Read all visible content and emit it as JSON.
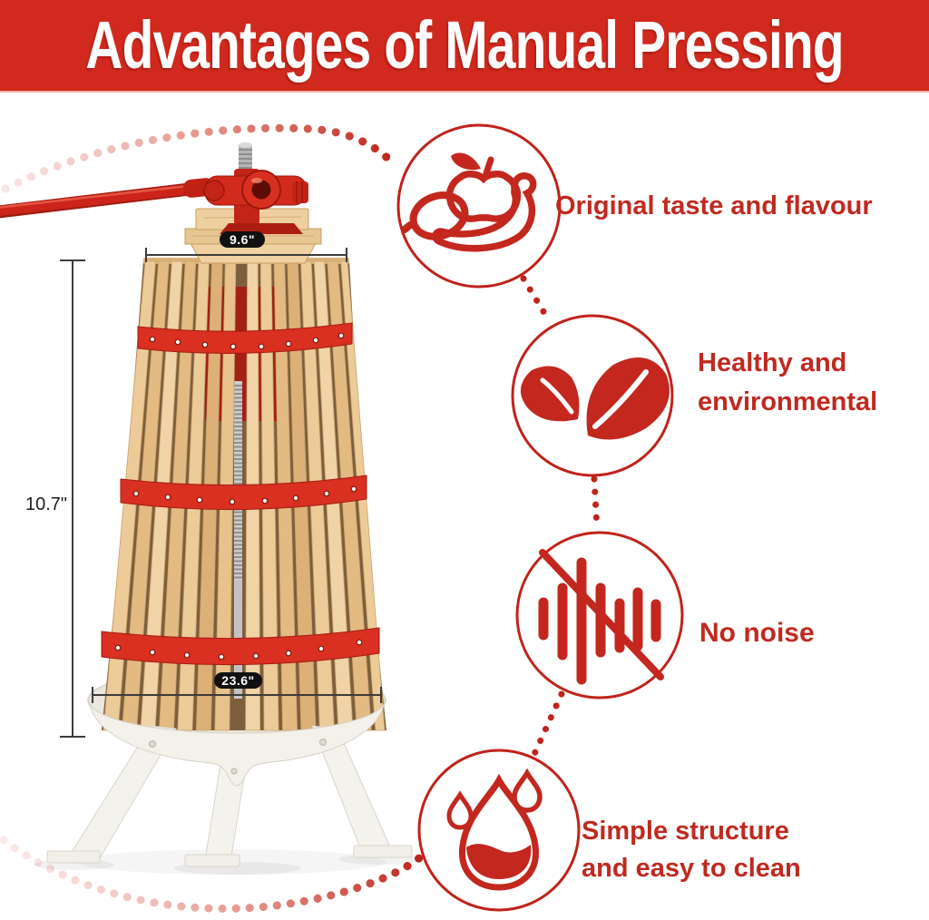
{
  "banner": {
    "title": "Advantages of Manual Pressing"
  },
  "features": [
    {
      "icon": "fruits-icon",
      "lines": [
        "Original taste and flavour"
      ]
    },
    {
      "icon": "leaves-icon",
      "lines": [
        "Healthy and",
        "environmental"
      ]
    },
    {
      "icon": "no-noise-icon",
      "lines": [
        "No noise"
      ]
    },
    {
      "icon": "water-drop-icon",
      "lines": [
        "Simple structure",
        "and easy to clean"
      ]
    }
  ],
  "dimensions": {
    "top_width": "9.6\"",
    "height": "10.7\"",
    "base_diameter": "23.6\""
  },
  "colors": {
    "banner_bg": "#d2291e",
    "accent_red": "#c0231b",
    "text_red": "#bf2a20",
    "band_red": "#d93021",
    "wood_light": "#eccb98",
    "pill_bg": "#111111",
    "pill_text": "#ffffff"
  }
}
